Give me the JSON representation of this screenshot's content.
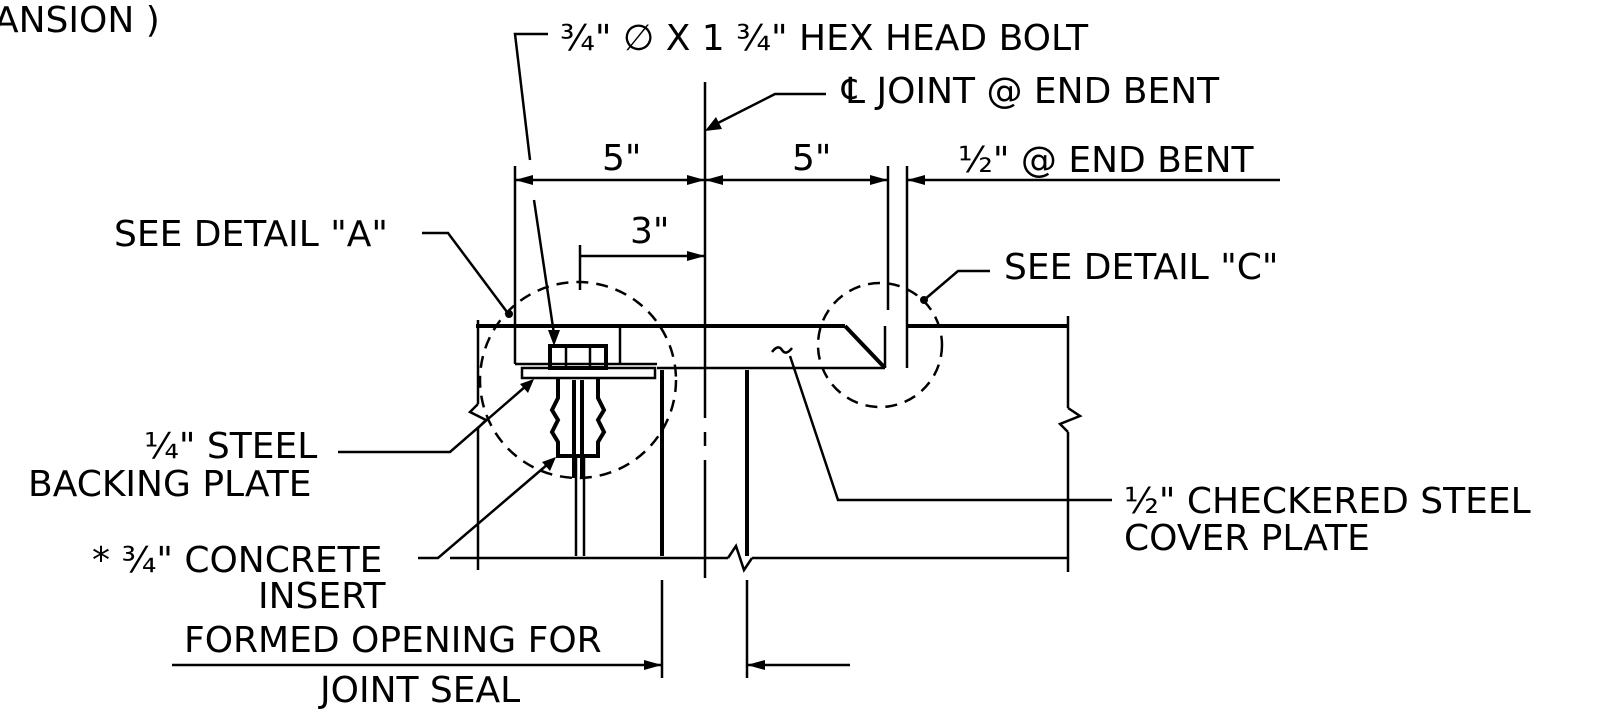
{
  "labels": {
    "expansion_fragment": "ANSION )",
    "bolt": "¾\" ∅ X 1 ¾\" HEX HEAD BOLT",
    "centerline_joint": "℄ JOINT @ END BENT",
    "dim_5_left": "5\"",
    "dim_5_right": "5\"",
    "half_inch_gap": "½\" @ END BENT",
    "dim_3": "3\"",
    "detail_a": "SEE DETAIL \"A\"",
    "detail_c": "SEE DETAIL \"C\"",
    "backing_plate_line1": "¼\" STEEL",
    "backing_plate_line2": "BACKING PLATE",
    "concrete_insert_line1": "* ¾\" CONCRETE",
    "concrete_insert_line2": "INSERT",
    "cover_plate_line1": "½\" CHECKERED STEEL",
    "cover_plate_line2": "COVER PLATE",
    "formed_opening_line1": "FORMED OPENING FOR",
    "formed_opening_line2": "JOINT SEAL"
  }
}
